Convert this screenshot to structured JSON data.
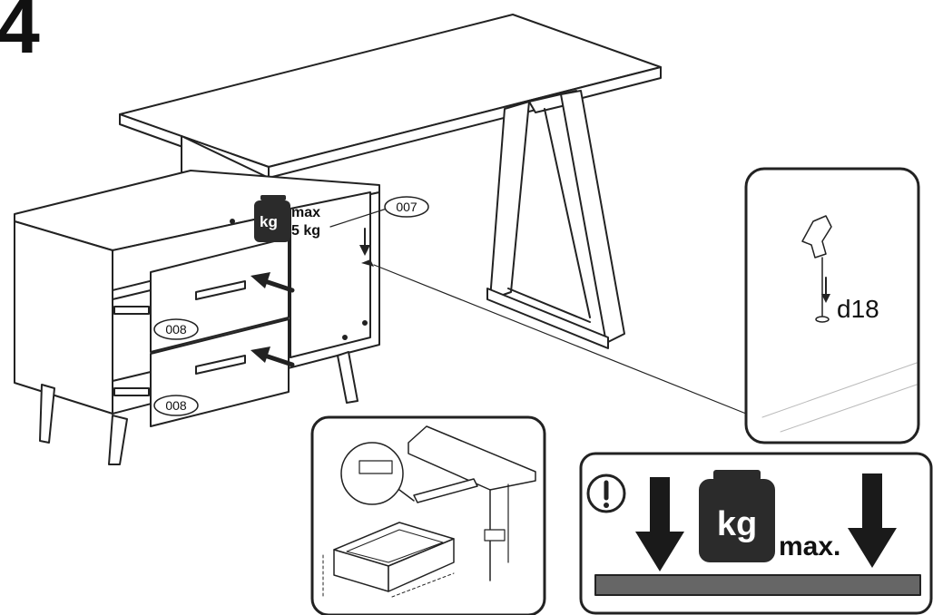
{
  "step": {
    "number": "4"
  },
  "labels": {
    "weight_max": "max",
    "weight_value": "5 kg",
    "kg": "kg",
    "part_007": "007",
    "part_008_top": "008",
    "part_008_bottom": "008",
    "screw": "d18",
    "warning_max": "max."
  },
  "colors": {
    "line": "#222222",
    "weight_dark": "#2b2b2b",
    "panel_bar": "#666666"
  },
  "icons": {
    "weight": "weight-icon",
    "arrow": "arrow-down-icon",
    "warning": "exclamation-icon",
    "screw": "screw-icon"
  }
}
